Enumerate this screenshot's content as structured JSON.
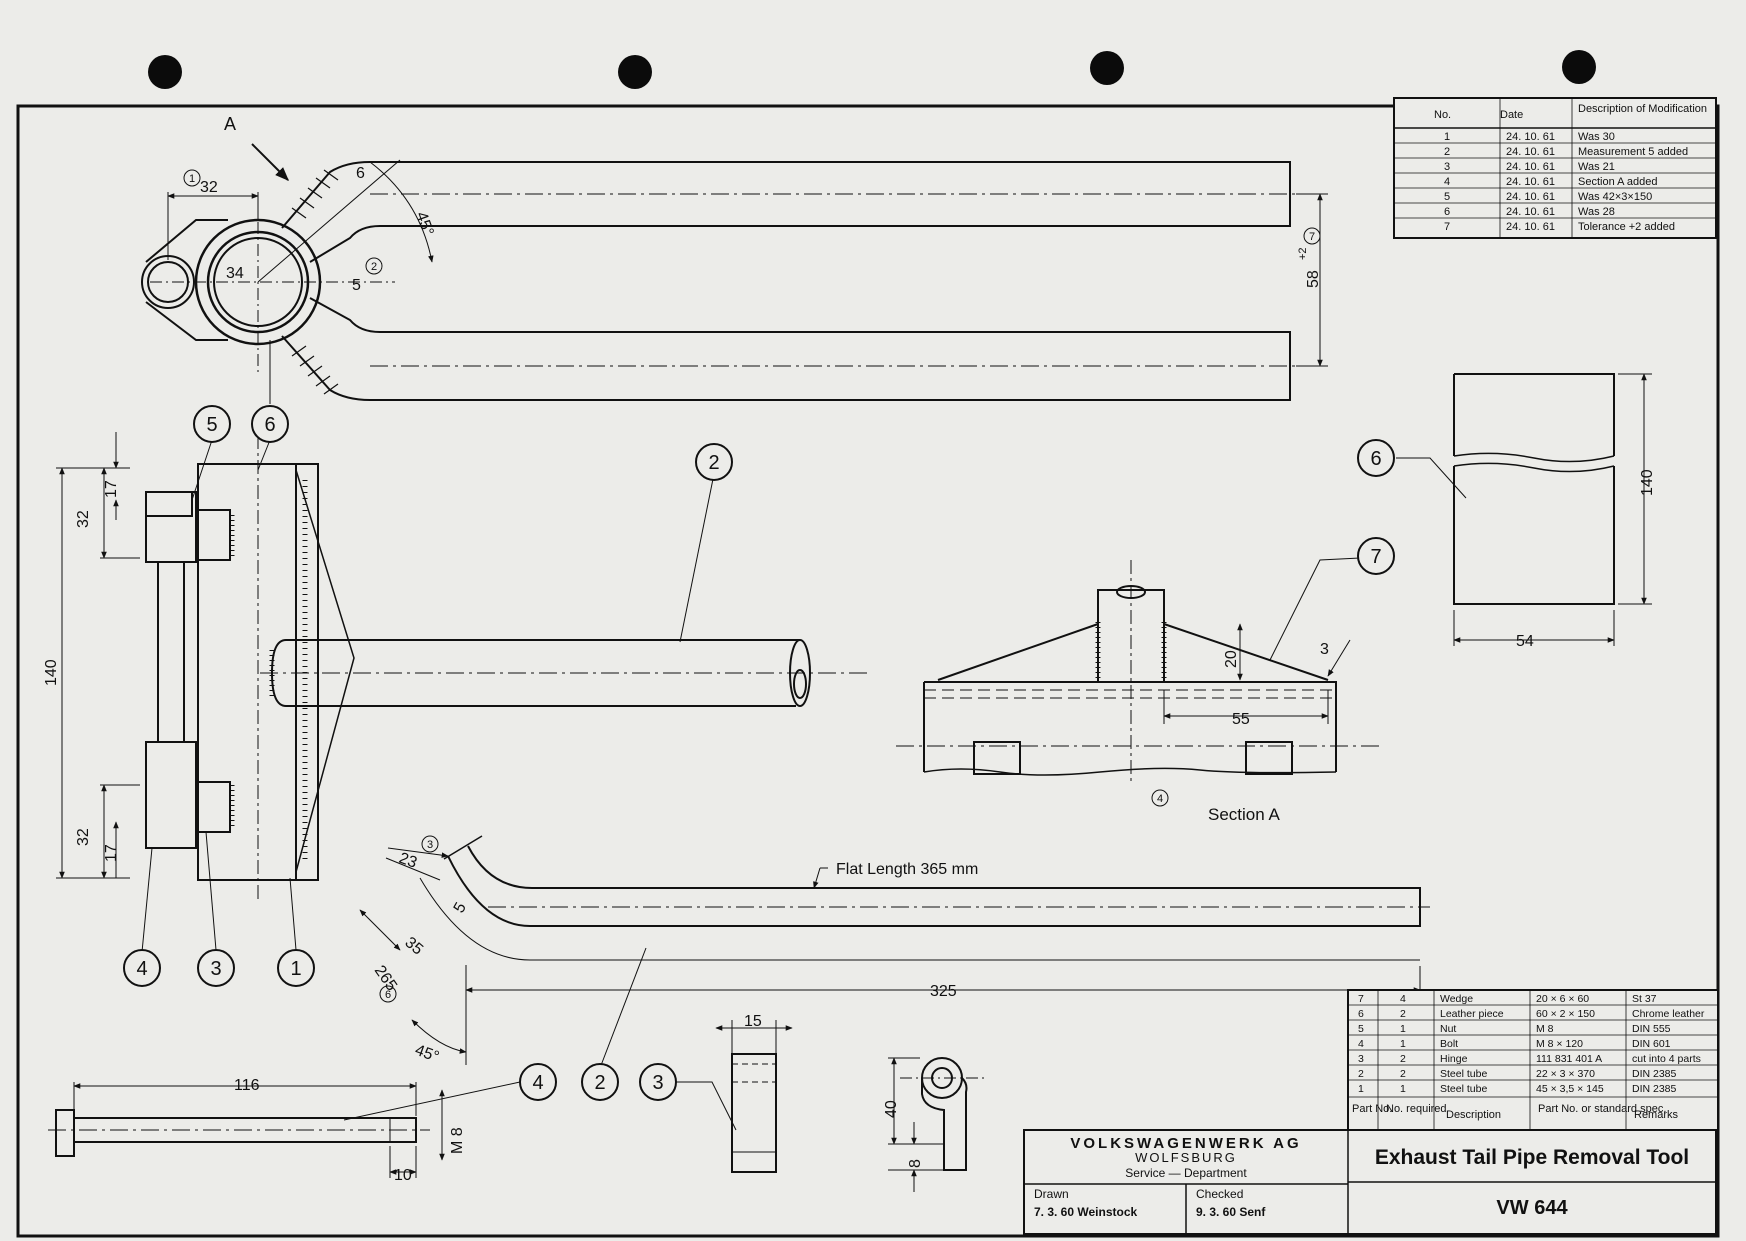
{
  "drawing": {
    "view_label": "A",
    "top_view": {
      "dim_32": "32",
      "dim_34": "34",
      "dim_6": "6",
      "dim_45": "45°",
      "dim_5": "5",
      "dim_58": "58",
      "tol_58": "+2"
    },
    "front_view": {
      "dim_17a": "17",
      "dim_32a": "32",
      "dim_140": "140",
      "dim_32b": "32",
      "dim_17b": "17"
    },
    "bent_view": {
      "dim_23": "23",
      "dim_5": "5",
      "dim_35": "35",
      "dim_265": "265",
      "dim_45": "45°",
      "dim_325": "325",
      "flat_length": "Flat Length 365 mm"
    },
    "section": {
      "dim_20": "20",
      "dim_3": "3",
      "dim_55": "55",
      "title": "Section A"
    },
    "wedge": {
      "dim_140": "140",
      "dim_54": "54"
    },
    "bolt": {
      "dim_116": "116",
      "dim_m8": "M 8",
      "dim_10": "10"
    },
    "hinge": {
      "dim_15": "15"
    },
    "nut": {
      "dim_40": "40",
      "dim_8": "8"
    },
    "callouts": [
      "1",
      "2",
      "3",
      "4",
      "5",
      "6",
      "7"
    ]
  },
  "revisions": {
    "headers": [
      "No.",
      "Date",
      "Description of Modification"
    ],
    "rows": [
      [
        "1",
        "24. 10. 61",
        "Was 30"
      ],
      [
        "2",
        "24. 10. 61",
        "Measurement 5 added"
      ],
      [
        "3",
        "24. 10. 61",
        "Was 21"
      ],
      [
        "4",
        "24. 10. 61",
        "Section A added"
      ],
      [
        "5",
        "24. 10. 61",
        "Was 42×3×150"
      ],
      [
        "6",
        "24. 10. 61",
        "Was 28"
      ],
      [
        "7",
        "24. 10. 61",
        "Tolerance +2 added"
      ]
    ]
  },
  "parts": {
    "rows": [
      [
        "7",
        "4",
        "Wedge",
        "20 × 6 × 60",
        "St 37"
      ],
      [
        "6",
        "2",
        "Leather piece",
        "60 × 2 × 150",
        "Chrome leather"
      ],
      [
        "5",
        "1",
        "Nut",
        "M 8",
        "DIN 555"
      ],
      [
        "4",
        "1",
        "Bolt",
        "M 8 × 120",
        "DIN 601"
      ],
      [
        "3",
        "2",
        "Hinge",
        "111 831 401 A",
        "cut into 4 parts"
      ],
      [
        "2",
        "2",
        "Steel tube",
        "22 × 3 × 370",
        "DIN 2385"
      ],
      [
        "1",
        "1",
        "Steel tube",
        "45 × 3,5 × 145",
        "DIN 2385"
      ]
    ],
    "headers": [
      "Part No.",
      "No. required",
      "Description",
      "Part No. or standard spec.",
      "Remarks"
    ]
  },
  "title_block": {
    "company": "VOLKSWAGENWERK AG",
    "city": "WOLFSBURG",
    "dept": "Service — Department",
    "drawn_label": "Drawn",
    "drawn_value": "7. 3. 60 Weinstock",
    "checked_label": "Checked",
    "checked_value": "9. 3. 60 Senf",
    "title": "Exhaust Tail Pipe Removal Tool",
    "number": "VW 644"
  }
}
